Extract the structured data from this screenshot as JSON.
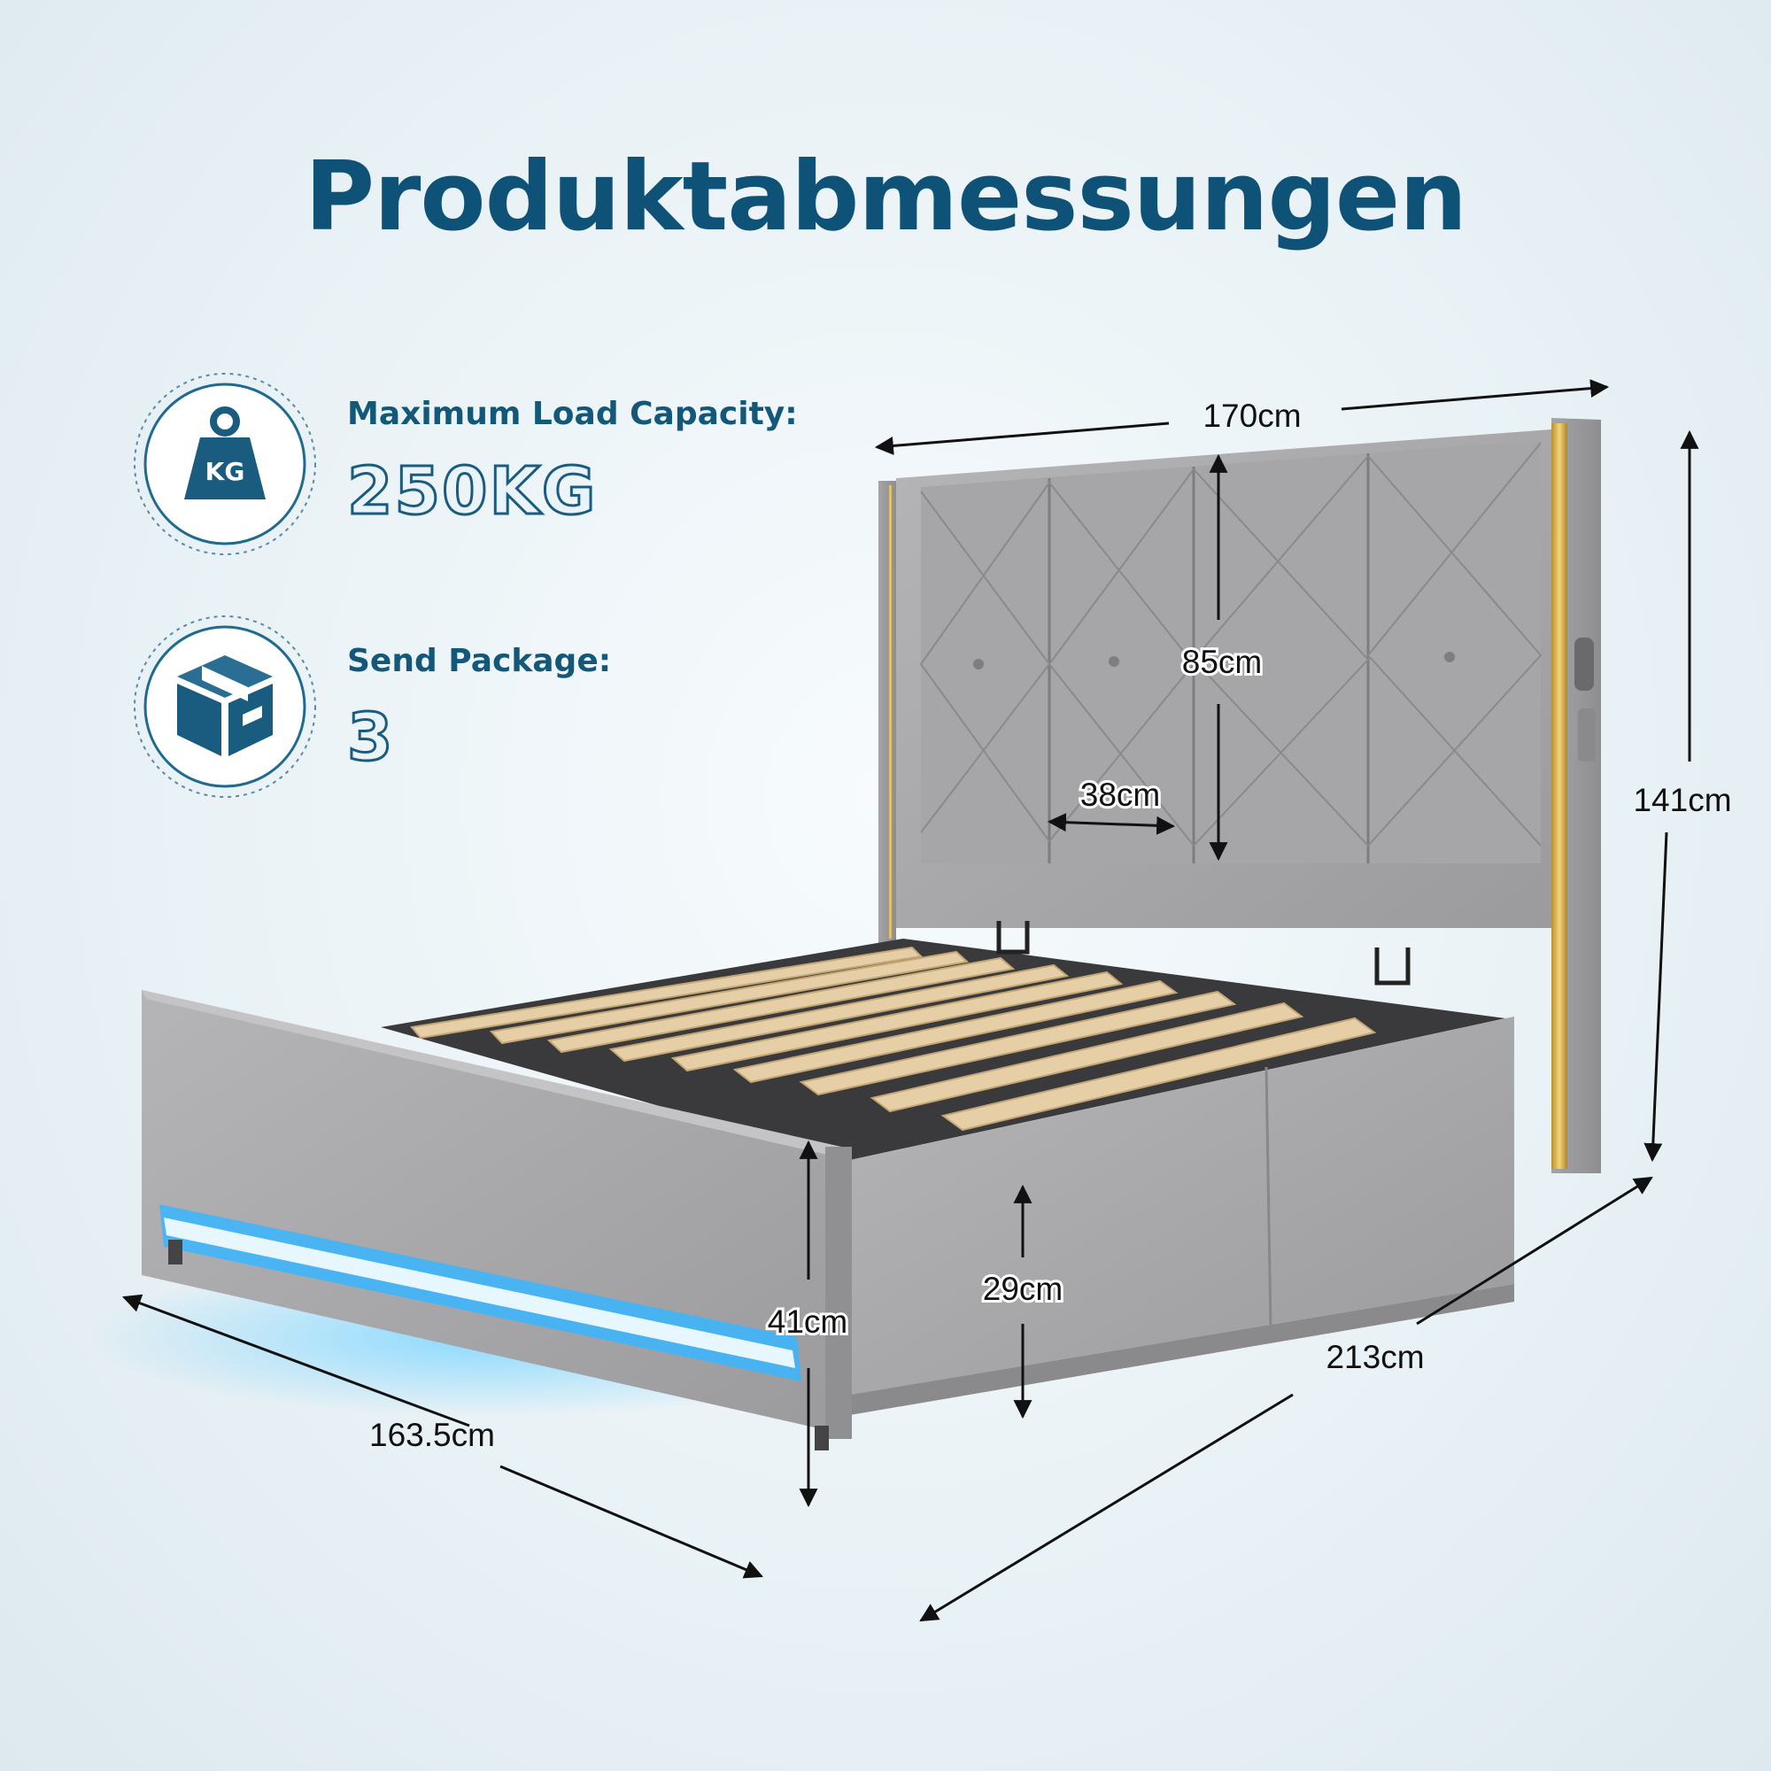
{
  "title": "Produktabmessungen",
  "specs": {
    "load_label": "Maximum Load Capacity:",
    "load_value": "250KG",
    "load_icon_text": "KG",
    "package_label": "Send Package:",
    "package_value": "3"
  },
  "dimensions": {
    "width_headboard": "170cm",
    "height_total": "141cm",
    "headboard_panel_height": "85cm",
    "headboard_panel_width": "38cm",
    "footboard_height": "41cm",
    "side_rail_height": "29cm",
    "length": "213cm",
    "footboard_width": "163.5cm"
  },
  "colors": {
    "title": "#0f5278",
    "accent": "#135879",
    "fabric": "#a9a9ab",
    "slat": "#e9d3ab",
    "gold": "#d6b34a",
    "led": "#39b6ff"
  },
  "icons": [
    "kg-weight-icon",
    "package-box-icon"
  ]
}
